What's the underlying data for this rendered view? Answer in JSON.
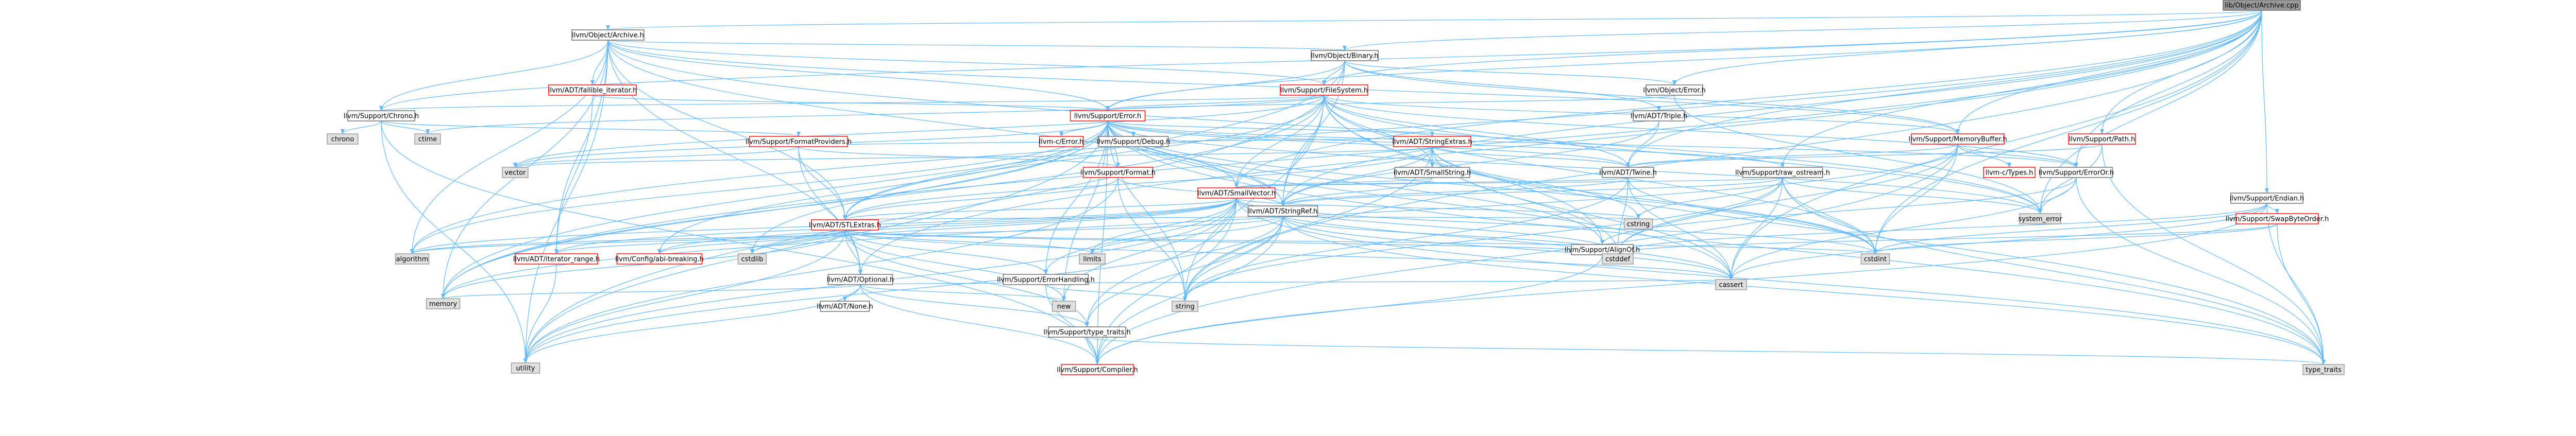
{
  "graph": {
    "root": "lib/Object/Archive.cpp",
    "colors": {
      "root_fill": "#999999",
      "root_border": "#666666",
      "node_fill": "#ffffff",
      "link_border": "#ff0000",
      "file_border": "#666666",
      "system_fill": "#e0e0e0",
      "system_border": "#999999",
      "edge": "#63b8ff"
    },
    "nodes": [
      {
        "id": "n0",
        "label": "lib/Object/Archive.cpp",
        "kind": "root"
      },
      {
        "id": "n1",
        "label": "llvm/Object/Archive.h",
        "kind": "file"
      },
      {
        "id": "n2",
        "label": "llvm/ADT/StringRef.h",
        "kind": "file"
      },
      {
        "id": "n3",
        "label": "llvm/ADT/iterator_range.h",
        "kind": "link"
      },
      {
        "id": "n4",
        "label": "llvm/ADT/STLExtras.h",
        "kind": "link"
      },
      {
        "id": "n5",
        "label": "llvm/ADT/Optional.h",
        "kind": "file"
      },
      {
        "id": "n6",
        "label": "llvm/ADT/fallible_iterator.h",
        "kind": "link"
      },
      {
        "id": "n7",
        "label": "llvm/Object/Binary.h",
        "kind": "file"
      },
      {
        "id": "n8",
        "label": "llvm/ADT/Triple.h",
        "kind": "file"
      },
      {
        "id": "n9",
        "label": "llvm/Object/Error.h",
        "kind": "file"
      },
      {
        "id": "n10",
        "label": "llvm/Support/FileSystem.h",
        "kind": "link"
      },
      {
        "id": "n11",
        "label": "llvm/Support/MemoryBuffer.h",
        "kind": "link"
      },
      {
        "id": "n12",
        "label": "llvm/Support/Chrono.h",
        "kind": "file"
      },
      {
        "id": "n13",
        "label": "llvm/Support/Error.h",
        "kind": "link"
      },
      {
        "id": "n14",
        "label": "llvm/Support/FormatProviders.h",
        "kind": "link"
      },
      {
        "id": "n15",
        "label": "llvm/Support/Format.h",
        "kind": "link"
      },
      {
        "id": "n16",
        "label": "llvm/ADT/StringExtras.h",
        "kind": "link"
      },
      {
        "id": "n17",
        "label": "llvm/ADT/SmallString.h",
        "kind": "file"
      },
      {
        "id": "n18",
        "label": "llvm/ADT/Twine.h",
        "kind": "file"
      },
      {
        "id": "n19",
        "label": "llvm/ADT/SmallVector.h",
        "kind": "link"
      },
      {
        "id": "n20",
        "label": "llvm/Support/raw_ostream.h",
        "kind": "file"
      },
      {
        "id": "n21",
        "label": "llvm/Support/ErrorOr.h",
        "kind": "file"
      },
      {
        "id": "n22",
        "label": "llvm/Support/ErrorHandling.h",
        "kind": "file"
      },
      {
        "id": "n23",
        "label": "llvm/Support/Compiler.h",
        "kind": "link"
      },
      {
        "id": "n24",
        "label": "llvm/Support/type_traits.h",
        "kind": "file"
      },
      {
        "id": "n25",
        "label": "llvm/Support/AlignOf.h",
        "kind": "file"
      },
      {
        "id": "n26",
        "label": "llvm/Support/Endian.h",
        "kind": "file"
      },
      {
        "id": "n27",
        "label": "llvm/Support/SwapByteOrder.h",
        "kind": "link"
      },
      {
        "id": "n28",
        "label": "llvm/Support/Path.h",
        "kind": "link"
      },
      {
        "id": "n29",
        "label": "llvm-c/Types.h",
        "kind": "link"
      },
      {
        "id": "n30",
        "label": "llvm-c/Error.h",
        "kind": "link"
      },
      {
        "id": "n31",
        "label": "llvm/Support/Debug.h",
        "kind": "file"
      },
      {
        "id": "n32",
        "label": "llvm/ADT/None.h",
        "kind": "file"
      },
      {
        "id": "n33",
        "label": "llvm/Config/abi-breaking.h",
        "kind": "link"
      },
      {
        "id": "n34",
        "label": "algorithm",
        "kind": "system"
      },
      {
        "id": "n35",
        "label": "memory",
        "kind": "system"
      },
      {
        "id": "n36",
        "label": "vector",
        "kind": "system"
      },
      {
        "id": "n37",
        "label": "string",
        "kind": "system"
      },
      {
        "id": "n38",
        "label": "cstdint",
        "kind": "system"
      },
      {
        "id": "n39",
        "label": "system_error",
        "kind": "system"
      },
      {
        "id": "n40",
        "label": "utility",
        "kind": "system"
      },
      {
        "id": "n41",
        "label": "cassert",
        "kind": "system"
      },
      {
        "id": "n42",
        "label": "chrono",
        "kind": "system"
      },
      {
        "id": "n43",
        "label": "ctime",
        "kind": "system"
      },
      {
        "id": "n44",
        "label": "new",
        "kind": "system"
      },
      {
        "id": "n45",
        "label": "cstddef",
        "kind": "system"
      },
      {
        "id": "n46",
        "label": "type_traits",
        "kind": "system"
      },
      {
        "id": "n47",
        "label": "cstring",
        "kind": "system"
      },
      {
        "id": "n48",
        "label": "limits",
        "kind": "system"
      },
      {
        "id": "n49",
        "label": "cstdlib",
        "kind": "system"
      }
    ]
  }
}
